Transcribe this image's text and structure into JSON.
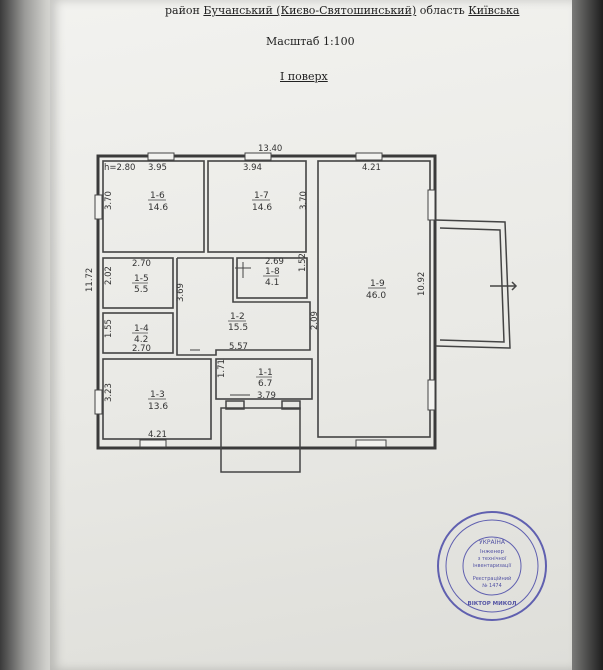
{
  "header": {
    "district_label": "район",
    "district_value": "Бучанський (Києво-Святошинський)",
    "region_label": "область",
    "region_value": "Київська"
  },
  "scale": "Масштаб 1:100",
  "floor": "I поверх",
  "plan": {
    "dims": {
      "total_width": "13.40",
      "height_left": "11.72",
      "ceiling": "h=2.80",
      "d_395": "3.95",
      "d_394": "3.94",
      "d_421_top": "4.21",
      "d_370_left": "3.70",
      "d_370_mid": "3.70",
      "d_270_a": "2.70",
      "d_269": "2.69",
      "d_152": "1.52",
      "d_369": "3.69",
      "d_202": "2.02",
      "d_155": "1.55",
      "d_270_b": "2.70",
      "d_209": "2.09",
      "d_1092": "10.92",
      "d_557": "5.57",
      "d_323": "3.23",
      "d_171": "1.71",
      "d_379": "3.79",
      "d_421_bottom": "4.21"
    },
    "rooms": [
      {
        "id": "1-6",
        "area": "14.6"
      },
      {
        "id": "1-7",
        "area": "14.6"
      },
      {
        "id": "1-5",
        "area": "5.5"
      },
      {
        "id": "1-8",
        "area": "4.1"
      },
      {
        "id": "1-2",
        "area": "15.5"
      },
      {
        "id": "1-4",
        "area": "4.2"
      },
      {
        "id": "1-9",
        "area": "46.0"
      },
      {
        "id": "1-1",
        "area": "6.7"
      },
      {
        "id": "1-3",
        "area": "13.6"
      }
    ]
  },
  "stamp": {
    "center_1": "УКРАЇНА",
    "center_2": "Інженер",
    "center_3": "з технічної",
    "center_4": "інвентаризації",
    "center_5": "Реєстраційний",
    "center_6": "№ 1474",
    "name": "ВІКТОР МИКОЛ"
  }
}
